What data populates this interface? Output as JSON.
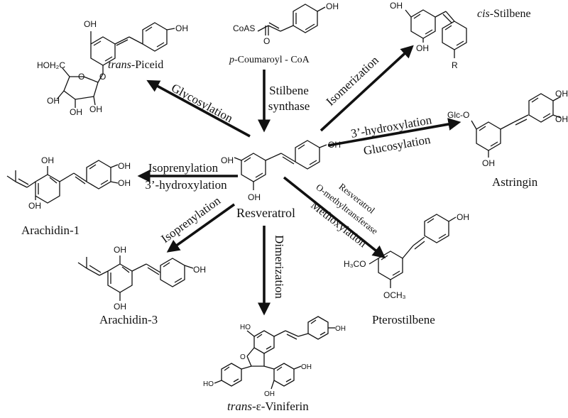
{
  "compounds": {
    "coumaroyl": {
      "name": "p-Coumaroyl - CoA",
      "name_prefix": "p",
      "name_rest": "-Coumaroyl - CoA",
      "cos": "CoAS",
      "oh": "OH",
      "o": "O"
    },
    "piceid": {
      "name": "trans-Piceid",
      "name_prefix": "trans",
      "name_rest": "-Piceid",
      "oh": "OH",
      "hoh2c": "HOH₂C",
      "o": "O"
    },
    "cis_stilbene": {
      "name": "cis-Stilbene",
      "name_prefix": "cis",
      "name_rest": "-Stilbene",
      "oh": "OH",
      "r": "R"
    },
    "resveratrol": {
      "name": "Resveratrol",
      "oh": "OH"
    },
    "astringin": {
      "name": "Astringin",
      "glc": "Glc-O",
      "oh": "OH"
    },
    "arachidin1": {
      "name": "Arachidin-1",
      "oh": "OH"
    },
    "arachidin3": {
      "name": "Arachidin-3",
      "oh": "OH"
    },
    "pterostilbene": {
      "name": "Pterostilbene",
      "oh": "OH",
      "och3_top": "H₃CO",
      "och3_bottom": "OCH₃"
    },
    "viniferin": {
      "name": "trans-ε-Viniferin",
      "name_prefix": "trans",
      "name_rest": "-ε-Viniferin",
      "ho": "HO",
      "oh": "OH",
      "o": "O"
    }
  },
  "reactions": {
    "stilbene_synthase": {
      "line1": "Stilbene",
      "line2": "synthase"
    },
    "glycosylation": "Glycosylation",
    "isomerization": "Isomerization",
    "hydroxylation_gluc": {
      "line1": "3’-hydroxylation",
      "line2": "Glucosylation"
    },
    "isoprenylation_hydrox": {
      "line1": "Isoprenylation",
      "line2": "3’-hydroxylation"
    },
    "isoprenylation": "Isoprenylation",
    "dimerization": "Dimerization",
    "methoxylation": {
      "line1": "Resveratrol",
      "line2": "O-methyltransferase",
      "line3": "Methoxylation"
    }
  }
}
